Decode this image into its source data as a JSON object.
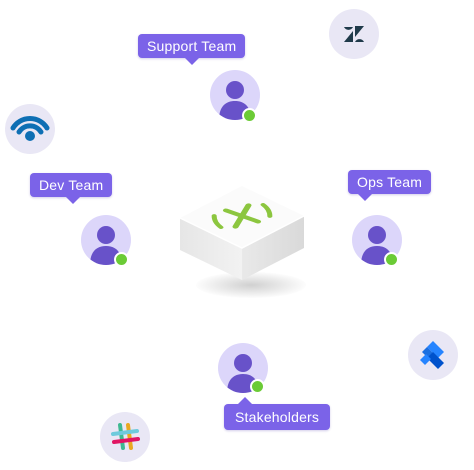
{
  "labels": {
    "support": "Support Team",
    "dev": "Dev Team",
    "ops": "Ops Team",
    "stakeholders": "Stakeholders"
  },
  "center_logo": "xMatters",
  "integrations": [
    "zendesk-icon",
    "wifi-signal-icon",
    "jira-icon",
    "slack-icon"
  ],
  "colors": {
    "label_bg": "#7b63e8",
    "avatar_bg": "#dcd6fa",
    "avatar_person": "#6852c9",
    "status_online": "#6bcb36",
    "integration_bg": "#e9e7f5",
    "logo_green": "#8cc63f"
  }
}
